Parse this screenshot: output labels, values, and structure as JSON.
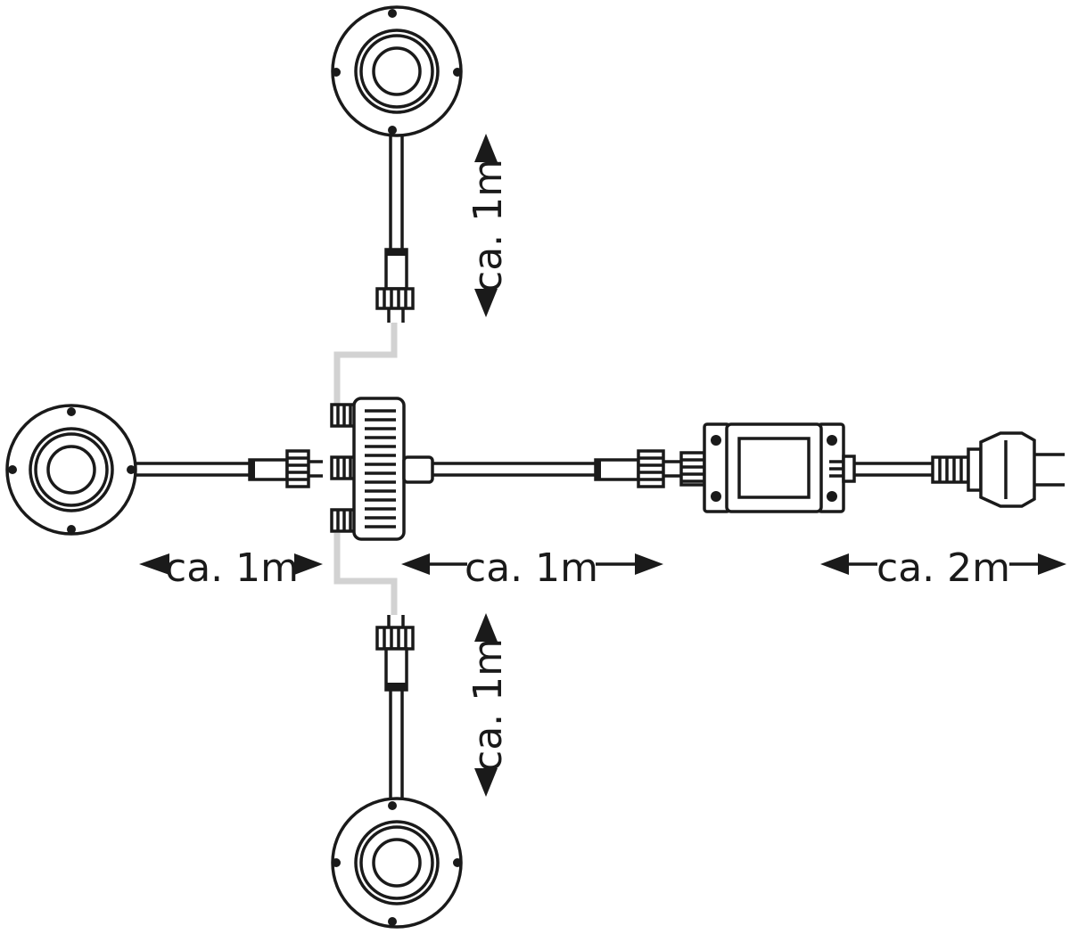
{
  "colors": {
    "line": "#1a1a1a",
    "gray_wire": "#d2d2d2",
    "background": "#ffffff"
  },
  "labels": {
    "top_cable": "ca. 1m",
    "bottom_cable": "ca. 1m",
    "left_cable": "ca. 1m",
    "middle_cable": "ca. 1m",
    "power_cable": "ca. 2m"
  },
  "icons": {
    "spotlight": "round-spotlight-icon",
    "splitter": "three-way-splitter-icon",
    "transformer": "transformer-icon",
    "plug": "euro-plug-icon"
  }
}
